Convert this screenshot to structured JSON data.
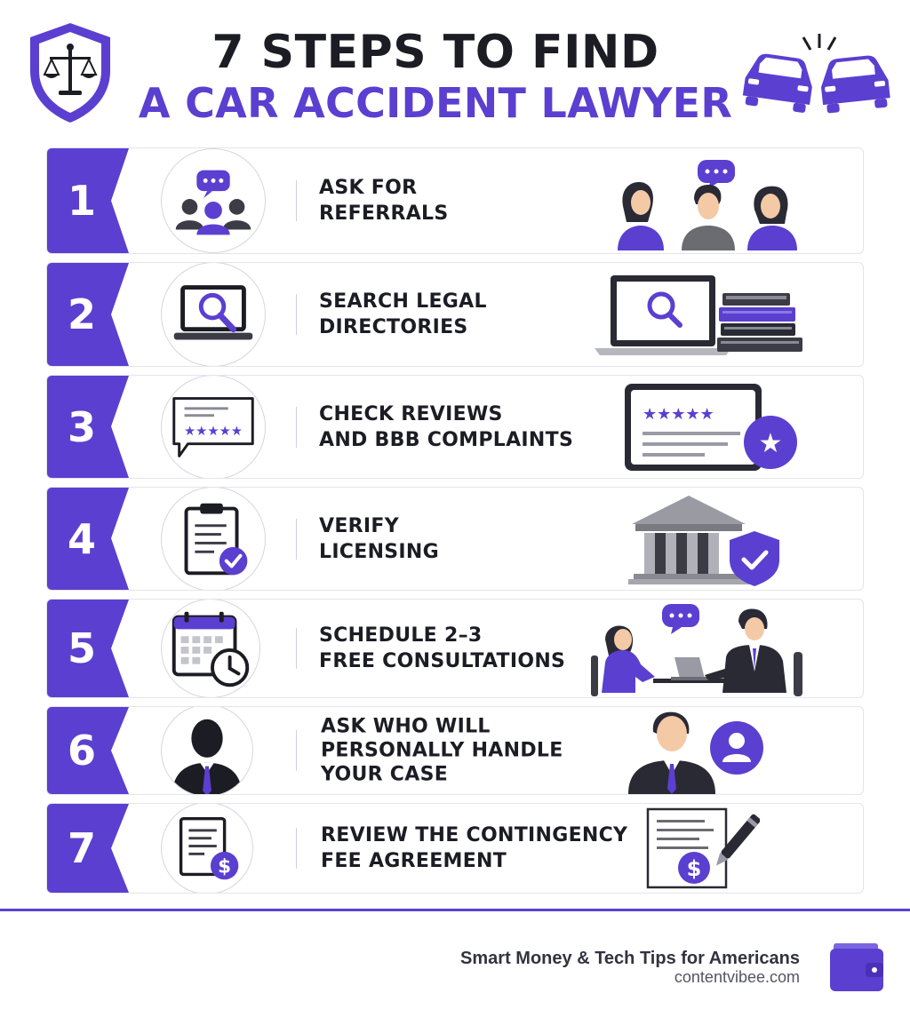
{
  "header": {
    "title_line1": "7 STEPS TO FIND",
    "title_line2": "A CAR ACCIDENT LAWYER"
  },
  "steps": [
    {
      "number": "1",
      "line1": "ASK FOR",
      "line2": "REFERRALS",
      "line3": "",
      "icon": "group-chat-icon",
      "illustration": "people-talking-illustration"
    },
    {
      "number": "2",
      "line1": "SEARCH LEGAL",
      "line2": "DIRECTORIES",
      "line3": "",
      "icon": "laptop-search-icon",
      "illustration": "laptop-books-illustration"
    },
    {
      "number": "3",
      "line1": "CHECK REVIEWS",
      "line2": "AND BBB COMPLAINTS",
      "line3": "",
      "icon": "rating-bubble-icon",
      "illustration": "review-tablet-illustration"
    },
    {
      "number": "4",
      "line1": "VERIFY",
      "line2": "LICENSING",
      "line3": "",
      "icon": "clipboard-check-icon",
      "illustration": "courthouse-shield-illustration"
    },
    {
      "number": "5",
      "line1": "SCHEDULE 2–3",
      "line2": "FREE CONSULTATIONS",
      "line3": "",
      "icon": "calendar-clock-icon",
      "illustration": "consultation-meeting-illustration"
    },
    {
      "number": "6",
      "line1": "ASK WHO WILL",
      "line2": "PERSONALLY HANDLE",
      "line3": "YOUR CASE",
      "icon": "lawyer-silhouette-icon",
      "illustration": "lawyer-profile-illustration"
    },
    {
      "number": "7",
      "line1": "REVIEW THE CONTINGENCY",
      "line2": "FEE AGREEMENT",
      "line3": "",
      "icon": "fee-document-icon",
      "illustration": "contract-signing-illustration"
    }
  ],
  "footer": {
    "tagline": "Smart Money & Tech Tips for Americans",
    "site": "contentvibee.com"
  },
  "colors": {
    "accent": "#5b3fd0",
    "dark": "#1c1c24",
    "gray": "#8a8a95"
  }
}
